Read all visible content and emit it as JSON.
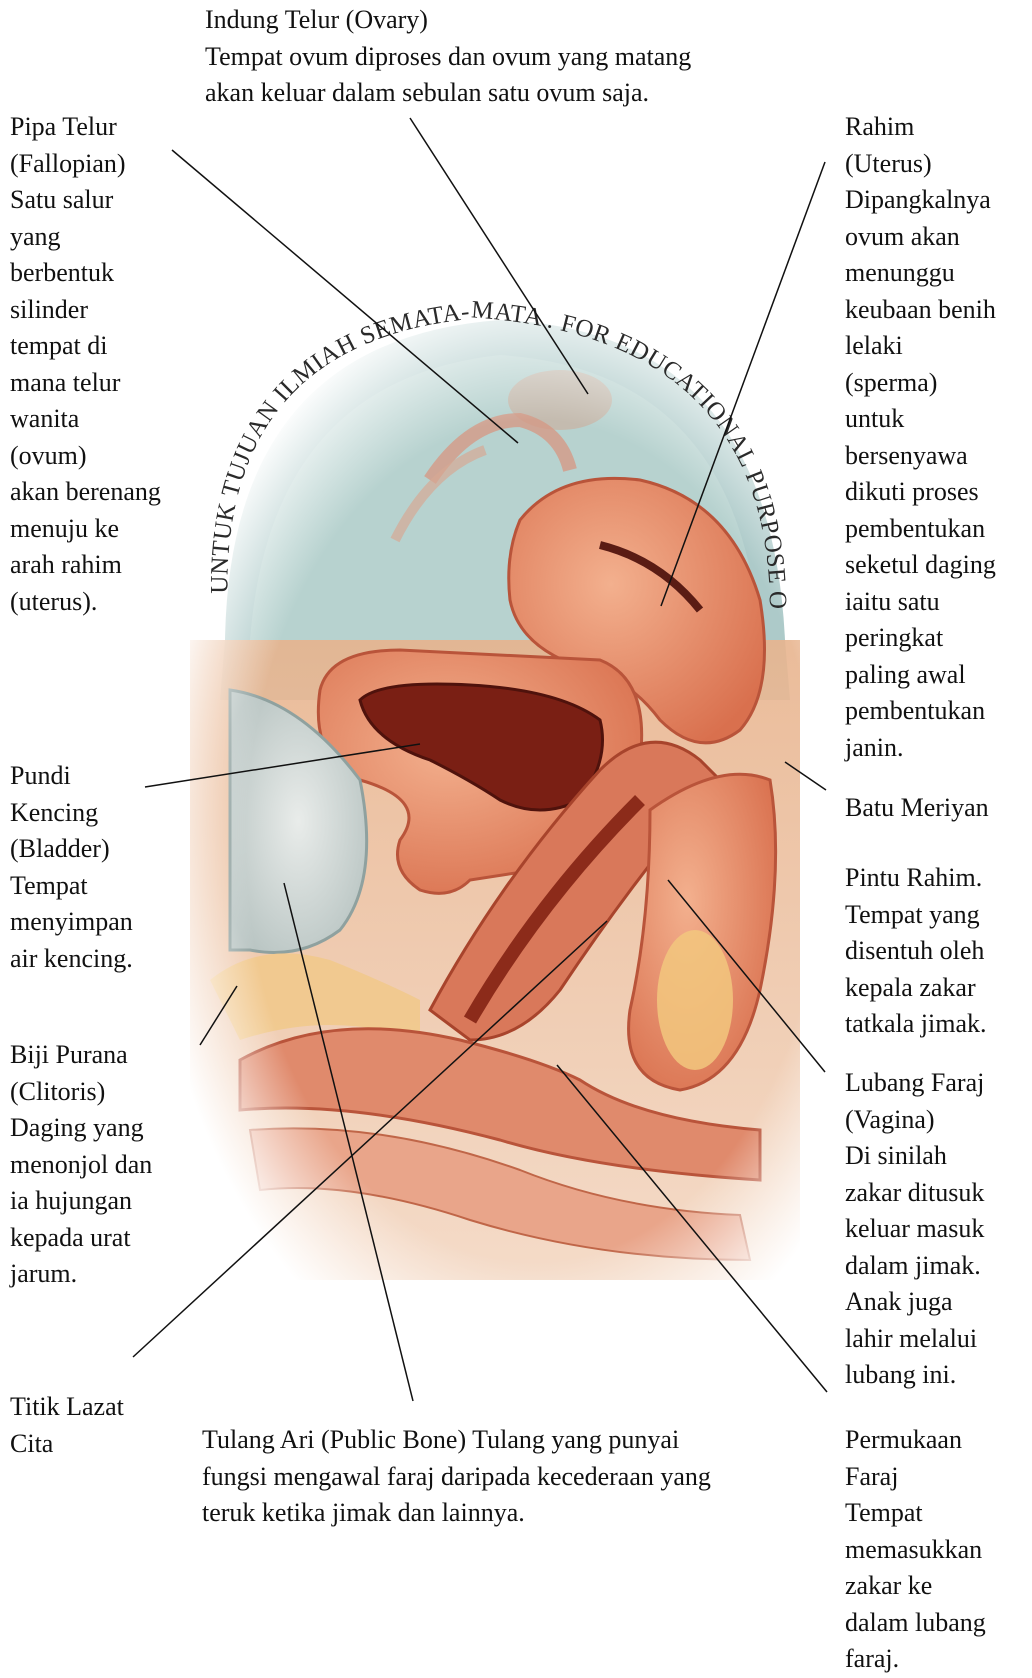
{
  "watermark": "UNTUK TUJUAN ILMIAH SEMATA-MATA . FOR EDUCATIONAL PURPOSE ONLY",
  "labels": {
    "ovary": "Indung Telur (Ovary)\nTempat ovum diproses dan ovum yang  matang\nakan  keluar dalam sebulan satu ovum saja.",
    "fallopian": "Pipa Telur\n(Fallopian)\nSatu salur\nyang\nberbentuk\nsilinder\ntempat di\nmana telur\nwanita\n(ovum)\nakan berenang\nmenuju ke\narah rahim\n(uterus).",
    "uterus": "Rahim\n(Uterus)\nDipangkalnya\novum akan\nmenunggu\nkeubaan benih\nlelaki\n(sperma)\nuntuk\nbersenyawa\ndikuti proses\npembentukan\nseketul daging\niaitu satu\nperingkat\npaling awal\npembentukan\njanin.",
    "bladder": "Pundi\nKencing\n(Bladder)\nTempat\nmenyimpan\nair kencing.",
    "batu_meriyan": "Batu Meriyan",
    "cervix": "Pintu Rahim.\nTempat yang\ndisentuh oleh\nkepala zakar\ntatkala jimak.",
    "clitoris": "Biji Purana\n(Clitoris)\nDaging yang\nmenonjol dan\nia hujungan\nkepada urat\njarum.",
    "vagina": "Lubang Faraj\n(Vagina)\nDi sinilah\nzakar ditusuk\nkeluar masuk\ndalam jimak.\nAnak juga\nlahir melalui\nlubang ini.",
    "titik_lazat": "Titik Lazat\nCita",
    "pubic_bone": "Tulang Ari (Public Bone) Tulang yang punyai\nfungsi mengawal faraj daripada kecederaan yang\nteruk ketika jimak dan lainnya.",
    "vulva": "Permukaan\nFaraj\nTempat\nmemasukkan\nzakar ke\ndalam lubang\nfaraj."
  }
}
